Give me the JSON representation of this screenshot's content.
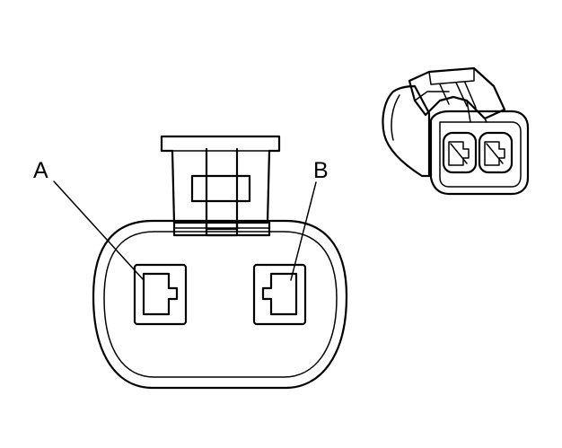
{
  "diagram": {
    "type": "connector-face-view",
    "terminals": [
      {
        "id": "A",
        "label": "A"
      },
      {
        "id": "B",
        "label": "B"
      }
    ]
  }
}
